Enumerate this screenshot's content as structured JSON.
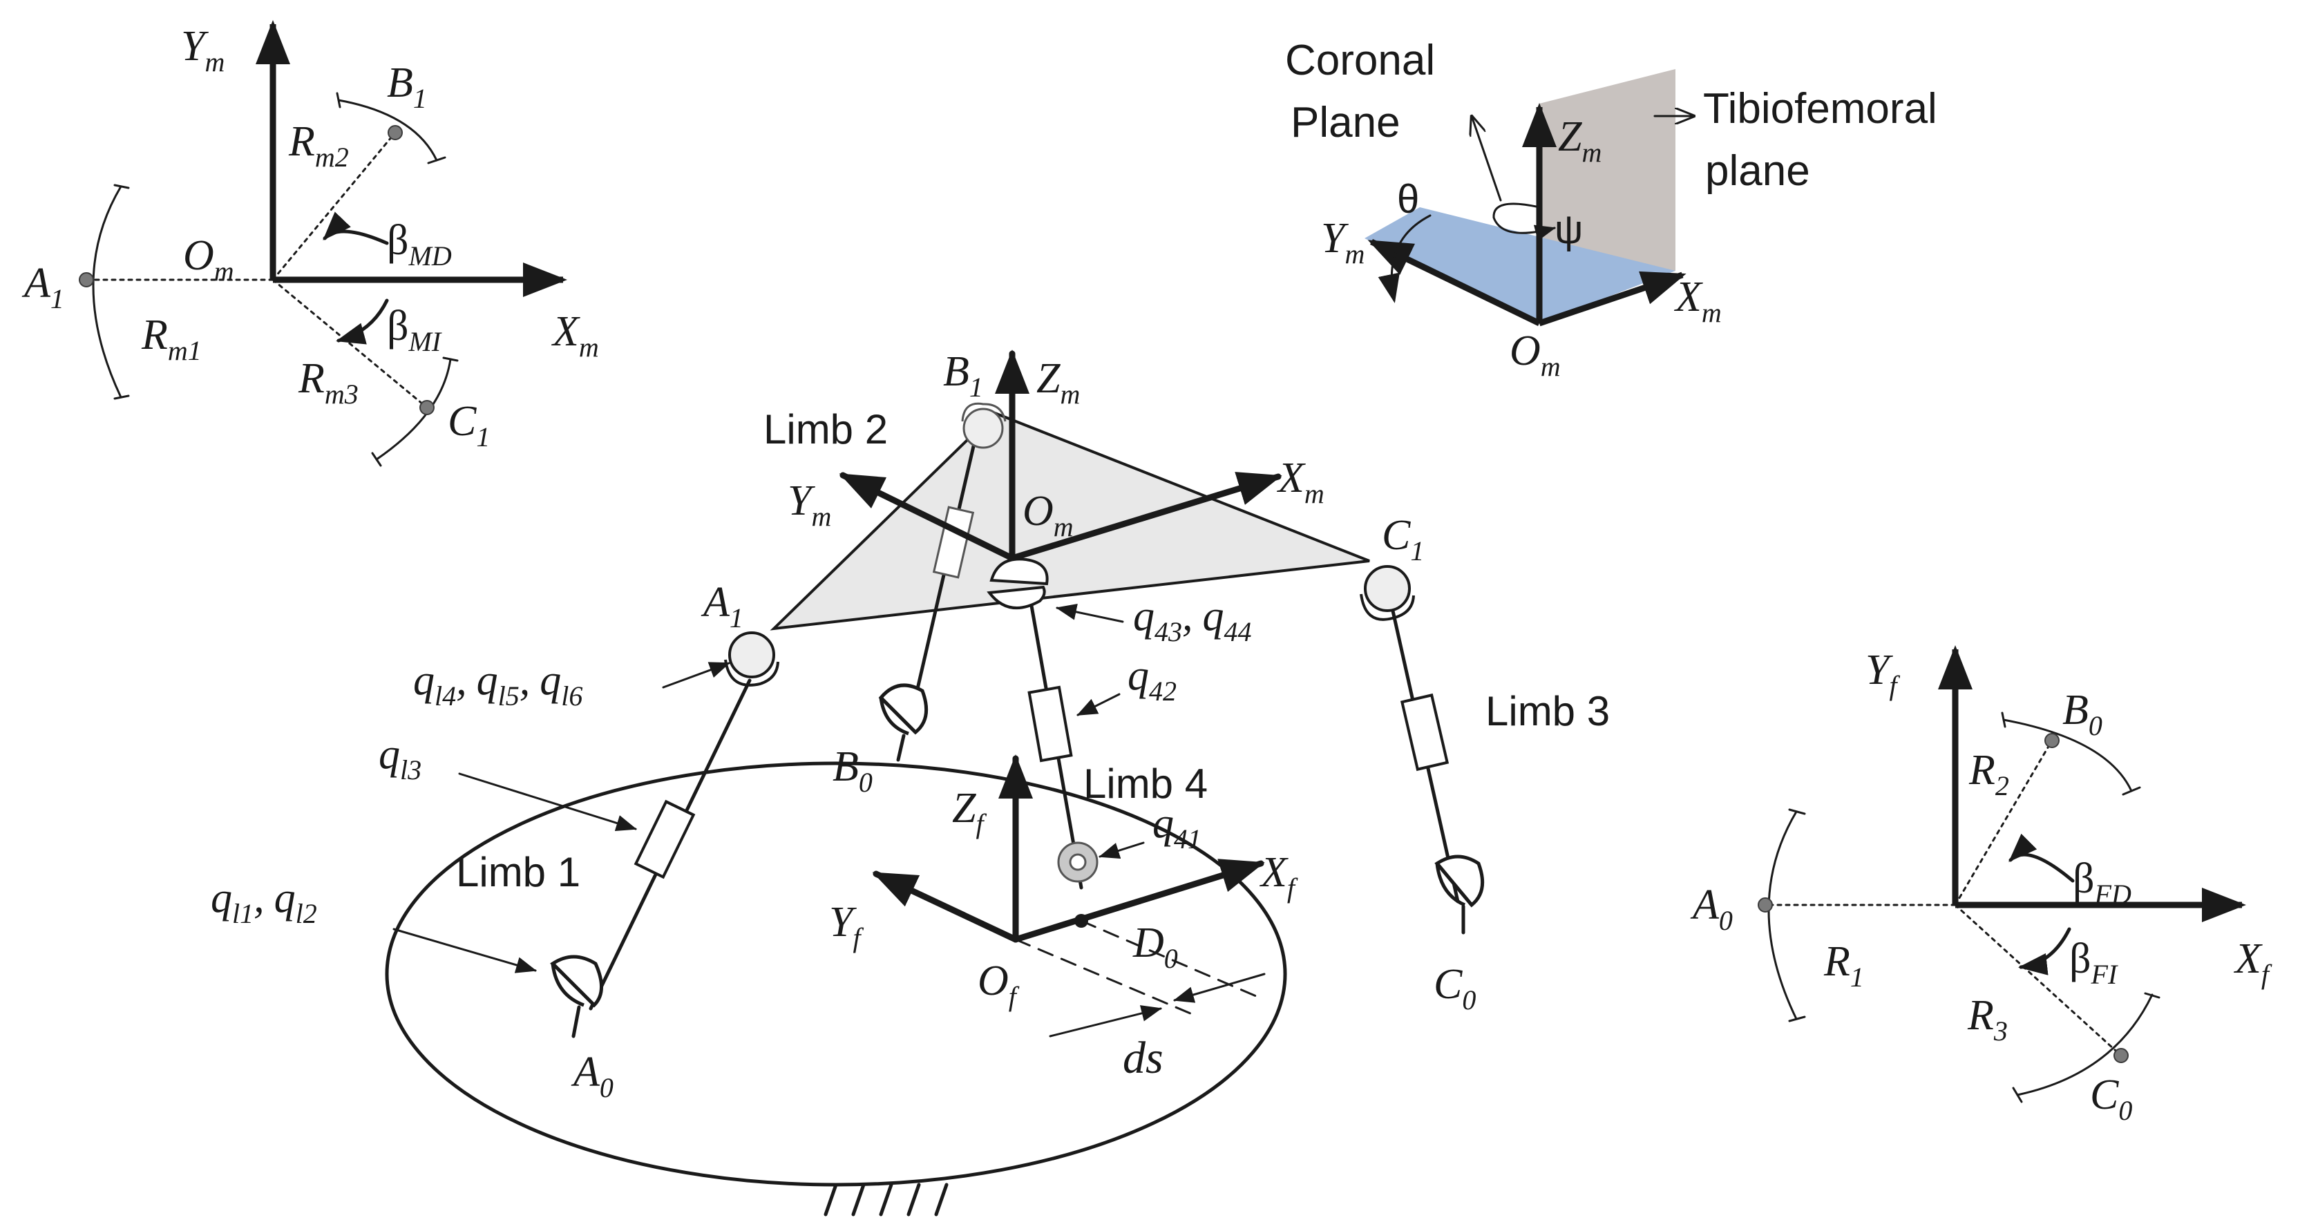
{
  "colors": {
    "ink": "#1a1a1a",
    "platform_fill": "#e8e8e8",
    "coronal_plane": "#9db8dc",
    "tibiofemoral_plane": "#c8c2bf",
    "point": "#7a7a7a",
    "washer": "#c8c8c8"
  },
  "icons": {
    "spherical_joint": "ball-socket-icon",
    "universal_joint": "half-disk-joint-icon",
    "prismatic_joint": "sliding-cylinder-icon",
    "ground": "hatched-ground-icon",
    "revolute_joint": "washer-ring-icon"
  },
  "moving_frame_plan": {
    "y_axis": {
      "main": "Y",
      "sub": "m"
    },
    "x_axis": {
      "main": "X",
      "sub": "m"
    },
    "origin": {
      "main": "O",
      "sub": "m"
    },
    "point_a": {
      "main": "A",
      "sub": "1"
    },
    "point_b": {
      "main": "B",
      "sub": "1"
    },
    "point_c": {
      "main": "C",
      "sub": "1"
    },
    "radius_1": {
      "main": "R",
      "sub": "m1"
    },
    "radius_2": {
      "main": "R",
      "sub": "m2"
    },
    "radius_3": {
      "main": "R",
      "sub": "m3"
    },
    "angle_md": {
      "main": "β",
      "sub": "MD"
    },
    "angle_mi": {
      "main": "β",
      "sub": "MI"
    }
  },
  "anatomy_inset": {
    "coronal_label": "Coronal",
    "plane_label": "Plane",
    "tibiofemoral_label": "Tibiofemoral",
    "tibiofemoral_plane_label": "plane",
    "theta": "θ",
    "psi": "ψ",
    "z_axis": {
      "main": "Z",
      "sub": "m"
    },
    "y_axis": {
      "main": "Y",
      "sub": "m"
    },
    "x_axis": {
      "main": "X",
      "sub": "m"
    },
    "origin": {
      "main": "O",
      "sub": "m"
    }
  },
  "mechanism": {
    "limbs": [
      "Limb 1",
      "Limb 2",
      "Limb 3",
      "Limb 4"
    ],
    "top_points": {
      "a1": {
        "main": "A",
        "sub": "1"
      },
      "b1": {
        "main": "B",
        "sub": "1"
      },
      "c1": {
        "main": "C",
        "sub": "1"
      }
    },
    "base_points": {
      "a0": {
        "main": "A",
        "sub": "0"
      },
      "b0": {
        "main": "B",
        "sub": "0"
      },
      "c0": {
        "main": "C",
        "sub": "0"
      },
      "d0": {
        "main": "D",
        "sub": "0"
      }
    },
    "moving_frame": {
      "z": {
        "main": "Z",
        "sub": "m"
      },
      "y": {
        "main": "Y",
        "sub": "m"
      },
      "x": {
        "main": "X",
        "sub": "m"
      },
      "o": {
        "main": "O",
        "sub": "m"
      }
    },
    "fixed_frame": {
      "z": {
        "main": "Z",
        "sub": "f"
      },
      "y": {
        "main": "Y",
        "sub": "f"
      },
      "x": {
        "main": "X",
        "sub": "f"
      },
      "o": {
        "main": "O",
        "sub": "f"
      }
    },
    "ds_label": "ds",
    "joint_variables": {
      "q_l4": {
        "main": "q",
        "sub": "l4"
      },
      "q_l5": {
        "main": "q",
        "sub": "l5"
      },
      "q_l6": {
        "main": "q",
        "sub": "l6"
      },
      "q_l3": {
        "main": "q",
        "sub": "l3"
      },
      "q_l1": {
        "main": "q",
        "sub": "l1"
      },
      "q_l2": {
        "main": "q",
        "sub": "l2"
      },
      "q_43": {
        "main": "q",
        "sub": "43"
      },
      "q_44": {
        "main": "q",
        "sub": "44"
      },
      "q_42": {
        "main": "q",
        "sub": "42"
      },
      "q_41": {
        "main": "q",
        "sub": "41"
      },
      "separator": ","
    }
  },
  "fixed_frame_plan": {
    "y_axis": {
      "main": "Y",
      "sub": "f"
    },
    "x_axis": {
      "main": "X",
      "sub": "f"
    },
    "point_a": {
      "main": "A",
      "sub": "0"
    },
    "point_b": {
      "main": "B",
      "sub": "0"
    },
    "point_c": {
      "main": "C",
      "sub": "0"
    },
    "radius_1": {
      "main": "R",
      "sub": "1"
    },
    "radius_2": {
      "main": "R",
      "sub": "2"
    },
    "radius_3": {
      "main": "R",
      "sub": "3"
    },
    "angle_fd": {
      "main": "β",
      "sub": "FD"
    },
    "angle_fi": {
      "main": "β",
      "sub": "FI"
    }
  }
}
